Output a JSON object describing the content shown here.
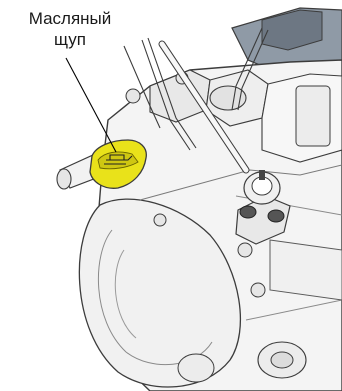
{
  "callout": {
    "line1": "Масляный",
    "line2": "щуп"
  },
  "illustration": {
    "subject": "gearbox-housing",
    "highlighted_part": "oil-dipstick-handle"
  },
  "colors": {
    "dipstick": "#e9e21a",
    "dipstick_shade": "#b7ae0c",
    "outline": "#3c3c3c",
    "housing_fill": "#f4f4f4",
    "housing_shade": "#dcdcdc",
    "leader_line": "#000000"
  }
}
